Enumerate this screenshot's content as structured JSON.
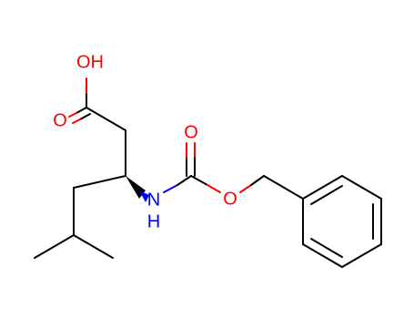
{
  "molecule": {
    "atoms": {
      "hydroxyl": "OH",
      "carbonyl_oxygen_acid": "O",
      "amine": "N",
      "amine_hydrogen": "H",
      "carbonyl_oxygen_carbamate": "O",
      "ester_oxygen": "O"
    },
    "colors": {
      "bond": "#000000",
      "oxygen": "#ff0000",
      "nitrogen": "#0000ff",
      "background": "#ffffff"
    }
  }
}
